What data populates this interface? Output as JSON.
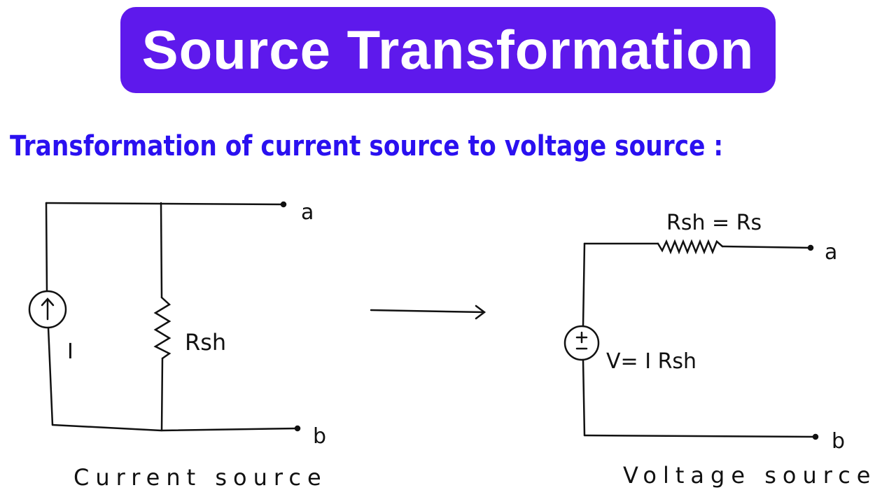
{
  "title": "Source Transformation",
  "subtitle": "Transformation of current source to voltage source :",
  "left_circuit": {
    "terminal_a": "a",
    "terminal_b": "b",
    "source_label": "I",
    "resistor_label": "Rsh",
    "caption": "Current source"
  },
  "right_circuit": {
    "terminal_a": "a",
    "terminal_b": "b",
    "resistor_label": "Rsh = Rs",
    "source_label": "V= I Rsh",
    "caption": "Voltage source"
  },
  "colors": {
    "title_bg": "#5e19ec",
    "subtitle": "#2a10f0"
  }
}
